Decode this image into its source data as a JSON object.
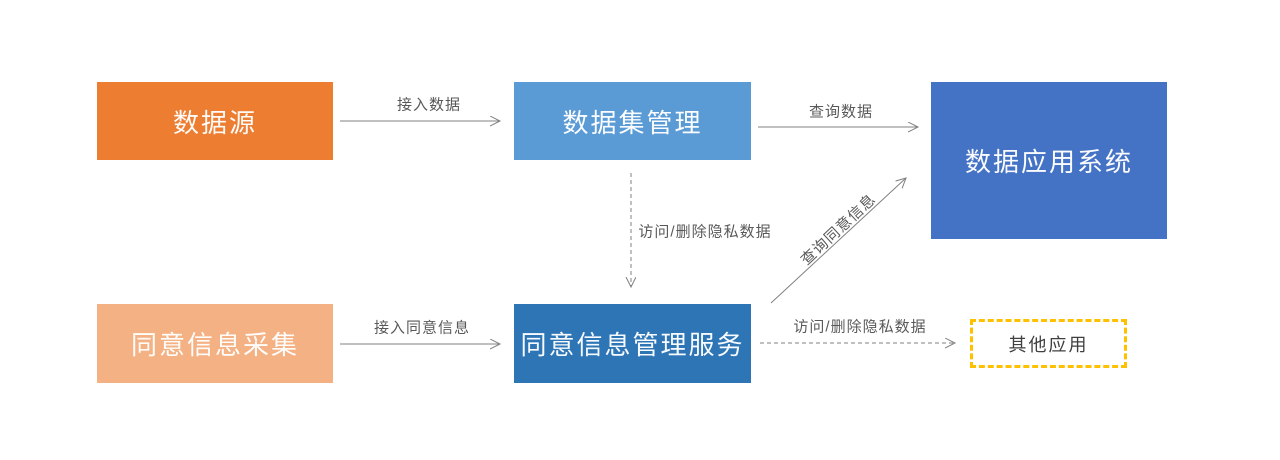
{
  "page": {
    "background_color": "#FFFFFF"
  },
  "diagram": {
    "arrow_color": "#808080",
    "edge_label_color": "#595959",
    "nodes": [
      {
        "id": "data-source",
        "label": "数据源",
        "color": "#ED7D31",
        "text_color": "#FFFFFF",
        "shape": "rect-solid"
      },
      {
        "id": "dataset-management",
        "label": "数据集管理",
        "color": "#5B9BD5",
        "text_color": "#FFFFFF",
        "shape": "rect-solid"
      },
      {
        "id": "data-application-system",
        "label": "数据应用系统",
        "color": "#4472C4",
        "text_color": "#FFFFFF",
        "shape": "rect-solid"
      },
      {
        "id": "consent-collection",
        "label": "同意信息采集",
        "color": "#F4B183",
        "text_color": "#FFFFFF",
        "shape": "rect-solid"
      },
      {
        "id": "consent-management-service",
        "label": "同意信息管理服务",
        "color": "#2E75B6",
        "text_color": "#FFFFFF",
        "shape": "rect-solid"
      },
      {
        "id": "other-applications",
        "label": "其他应用",
        "color": "#FFFFFF",
        "border_color": "#FFC000",
        "text_color": "#404040",
        "shape": "rect-dashed-border"
      }
    ],
    "edges": [
      {
        "from": "data-source",
        "to": "dataset-management",
        "label": "接入数据",
        "style": "solid",
        "direction": "right"
      },
      {
        "from": "dataset-management",
        "to": "data-application-system",
        "label": "查询数据",
        "style": "solid",
        "direction": "right"
      },
      {
        "from": "dataset-management",
        "to": "consent-management-service",
        "label": "访问/删除隐私数据",
        "style": "dashed",
        "direction": "down"
      },
      {
        "from": "consent-collection",
        "to": "consent-management-service",
        "label": "接入同意信息",
        "style": "solid",
        "direction": "right"
      },
      {
        "from": "consent-management-service",
        "to": "data-application-system",
        "label": "查询同意信息",
        "style": "solid",
        "direction": "up-right"
      },
      {
        "from": "consent-management-service",
        "to": "other-applications",
        "label": "访问/删除隐私数据",
        "style": "dashed",
        "direction": "right"
      }
    ]
  }
}
